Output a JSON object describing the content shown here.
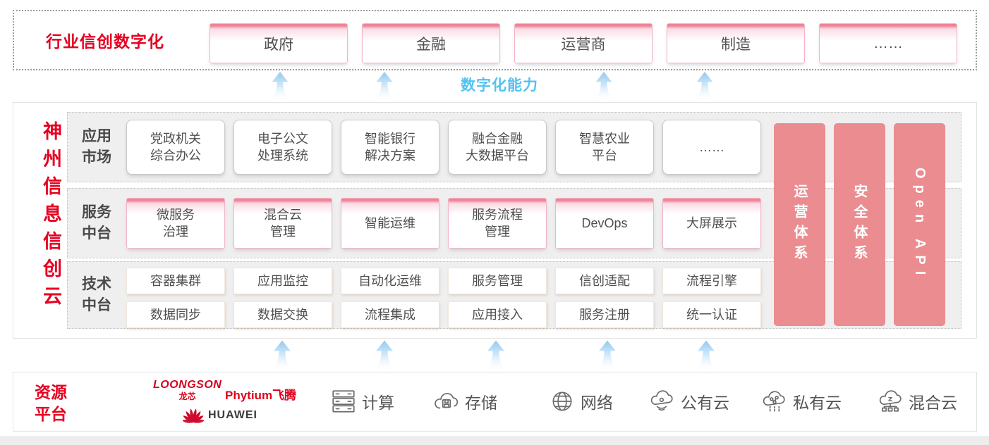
{
  "colors": {
    "accent_red": "#e60021",
    "pillar_pink": "#ea8c90",
    "capability_blue": "#54c2f0",
    "box_pink_border": "#f3b4c4",
    "text_dark": "#4f4f4f"
  },
  "top": {
    "title": "行业信创数字化",
    "industries": [
      "政府",
      "金融",
      "运营商",
      "制造",
      "……"
    ]
  },
  "capability": {
    "label": "数字化能力"
  },
  "platform": {
    "vertical_title": "神州信息信创云",
    "rows": [
      {
        "label": "应用\n市场",
        "items": [
          "党政机关\n综合办公",
          "电子公文\n处理系统",
          "智能银行\n解决方案",
          "融合金融\n大数据平台",
          "智慧农业\n平台",
          "……"
        ]
      },
      {
        "label": "服务\n中台",
        "items": [
          "微服务\n治理",
          "混合云\n管理",
          "智能运维",
          "服务流程\n管理",
          "DevOps",
          "大屏展示"
        ]
      },
      {
        "label": "技术\n中台",
        "items_row1": [
          "容器集群",
          "应用监控",
          "自动化运维",
          "服务管理",
          "信创适配",
          "流程引擎"
        ],
        "items_row2": [
          "数据同步",
          "数据交换",
          "流程集成",
          "应用接入",
          "服务注册",
          "统一认证"
        ]
      }
    ],
    "pillars": [
      "运营体系",
      "安全体系",
      "Open API"
    ]
  },
  "resources": {
    "label": "资源\n平台",
    "vendors": {
      "loongson": "LOONGSON",
      "loongson_cn": "龙芯",
      "phytium": "Phytium飞腾",
      "huawei": "HUAWEI"
    },
    "items": [
      {
        "icon": "compute-icon",
        "label": "计算"
      },
      {
        "icon": "storage-icon",
        "label": "存储"
      },
      {
        "icon": "network-icon",
        "label": "网络"
      },
      {
        "icon": "public-cloud-icon",
        "label": "公有云"
      },
      {
        "icon": "private-cloud-icon",
        "label": "私有云"
      },
      {
        "icon": "hybrid-cloud-icon",
        "label": "混合云"
      }
    ]
  }
}
